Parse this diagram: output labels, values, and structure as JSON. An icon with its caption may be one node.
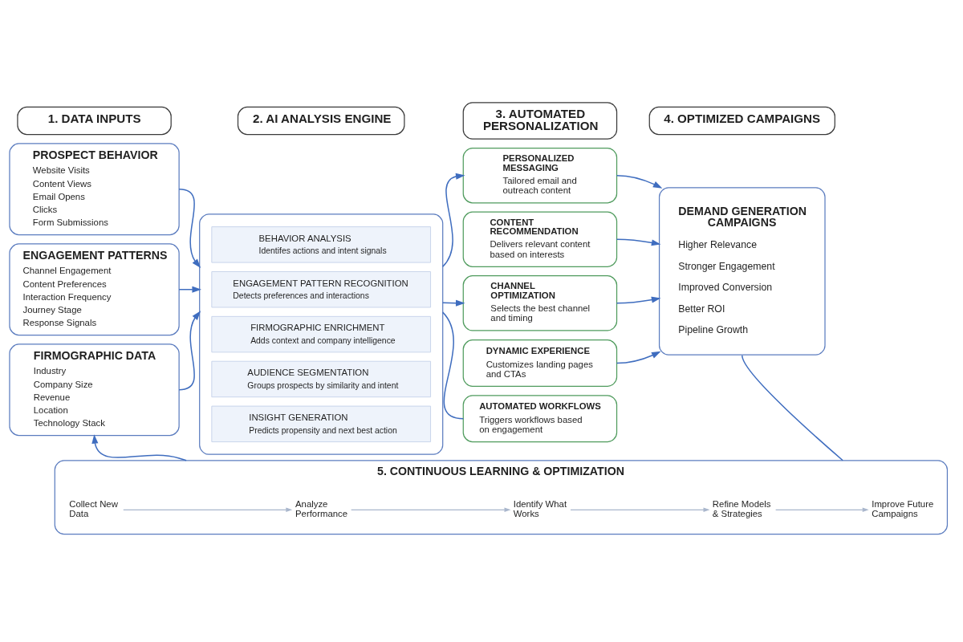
{
  "diagram": {
    "nodes": [
      {
        "text": [
          "1. DATA INPUTS"
        ]
      },
      {
        "text": [
          "2. AI ANALYSIS ENGINE"
        ]
      },
      {
        "text": [
          "3. AUTOMATED PERSONALIZATION"
        ]
      },
      {
        "text": [
          "4. OPTIMIZED CAMPAIGNS"
        ]
      },
      {
        "text": [
          "PROSPECT BEHAVIOR",
          "Website Visits",
          "Content Views",
          "Email Opens",
          "Clicks",
          "Form Submissions"
        ]
      },
      {
        "text": [
          "ENGAGEMENT PATTERNS",
          "Channel Engagement",
          "Content Preferences",
          "Interaction Frequency",
          "Journey Stage",
          "Response Signals"
        ]
      },
      {
        "text": [
          "FIRMOGRAPHIC DATA",
          "Industry",
          "Company Size",
          "Revenue",
          "Location",
          "Technology Stack"
        ]
      },
      {
        "text": [],
        "shape": "box"
      },
      {
        "text": [
          "BEHAVIOR ANALYSIS",
          "Identifes actions and intent signals"
        ],
        "in": 7
      },
      {
        "text": [
          "ENGAGEMENT PATTERN RECOGNITION",
          "Detects preferences and interactions"
        ],
        "in": 7
      },
      {
        "text": [
          "FIRMOGRAPHIC ENRICHMENT",
          "Adds context and company intelligence"
        ],
        "in": 7
      },
      {
        "text": [
          "AUDIENCE SEGMENTATION",
          "Groups prospects by similarity and intent"
        ],
        "in": 7
      },
      {
        "text": [
          "INSIGHT GENERATION",
          "Predicts propensity and next best action"
        ],
        "in": 7
      },
      {
        "text": [
          "PERSONALIZED MESSAGING",
          "Tailored email and outreach content"
        ]
      },
      {
        "text": [
          "CONTENT RECOMMENDATION",
          "Delivers relevant content based on interests"
        ]
      },
      {
        "text": [
          "CHANNEL OPTIMIZATION",
          "Selects the best channel and timing"
        ]
      },
      {
        "text": [
          "DYNAMIC EXPERIENCE",
          "Customizes landing pages and CTAs"
        ]
      },
      {
        "text": [
          "AUTOMATED WORKFLOWS",
          "Triggers workflows based on engagement"
        ]
      },
      {
        "text": [
          "DEMAND GENERATION CAMPAIGNS",
          "Higher Relevance",
          "Stronger Engagement",
          "Improved Conversion",
          "Better ROI",
          "Pipeline Growth"
        ]
      },
      {
        "text": [
          "5. CONTINUOUS LEARNING & OPTIMIZATION"
        ]
      },
      {
        "text": [
          "Collect New Data"
        ],
        "in": 19
      },
      {
        "text": [
          "Analyze Performance"
        ],
        "in": 19
      },
      {
        "text": [
          "Identify What Works"
        ],
        "in": 19
      },
      {
        "text": [
          "Refine Models & Strategies"
        ],
        "in": 19
      },
      {
        "text": [
          "Improve Future Campaigns"
        ],
        "in": 19
      }
    ],
    "edges": [
      {
        "from": 4,
        "to": 7,
        "arrow": "to"
      },
      {
        "from": 5,
        "to": 7,
        "arrow": "to"
      },
      {
        "from": 6,
        "to": 7,
        "arrow": "to"
      },
      {
        "from": 7,
        "to": 13,
        "arrow": "to"
      },
      {
        "from": 7,
        "to": 15,
        "arrow": "to"
      },
      {
        "from": 7,
        "to": 17,
        "arrow": "none"
      },
      {
        "from": 13,
        "to": 18,
        "arrow": "to"
      },
      {
        "from": 14,
        "to": 18,
        "arrow": "to"
      },
      {
        "from": 15,
        "to": 18,
        "arrow": "to"
      },
      {
        "from": 16,
        "to": 18,
        "arrow": "to"
      },
      {
        "from": 18,
        "to": 19,
        "arrow": "none"
      },
      {
        "from": 19,
        "to": 6,
        "arrow": "to"
      },
      {
        "from": 20,
        "to": 21,
        "arrow": "to",
        "color": "#a9b6cc"
      },
      {
        "from": 21,
        "to": 22,
        "arrow": "to",
        "color": "#a9b6cc"
      },
      {
        "from": 22,
        "to": 23,
        "arrow": "to",
        "color": "#a9b6cc"
      },
      {
        "from": 23,
        "to": 24,
        "arrow": "to",
        "color": "#a9b6cc"
      }
    ]
  }
}
